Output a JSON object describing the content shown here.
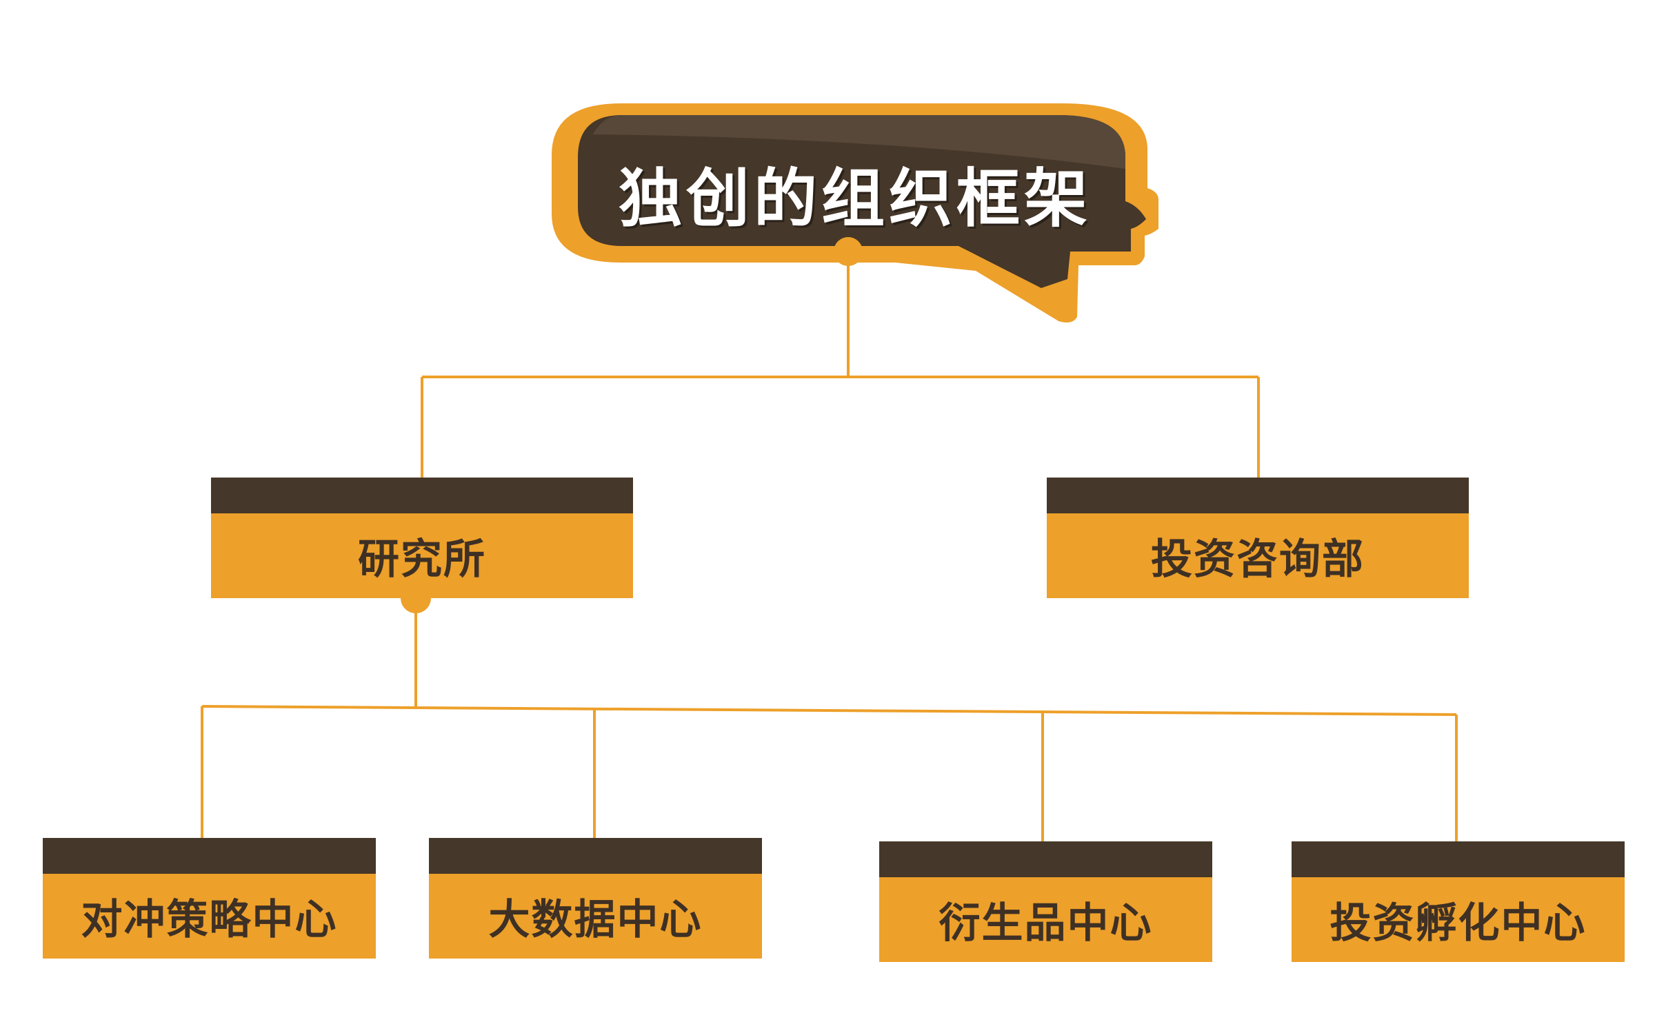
{
  "title": "独创的组织框架",
  "colors": {
    "accent": "#eda02a",
    "dark": "#453729",
    "line": "#eda02a",
    "title_text": "#ffffff",
    "label_text": "#3e3024"
  },
  "level1": [
    {
      "id": "research",
      "label": "研究所"
    },
    {
      "id": "advisory",
      "label": "投资咨询部"
    }
  ],
  "level2": [
    {
      "id": "hedge",
      "label": "对冲策略中心",
      "parent": "research"
    },
    {
      "id": "bigdata",
      "label": "大数据中心",
      "parent": "research"
    },
    {
      "id": "derivatives",
      "label": "衍生品中心",
      "parent": "research"
    },
    {
      "id": "incubation",
      "label": "投资孵化中心",
      "parent": "research"
    }
  ]
}
